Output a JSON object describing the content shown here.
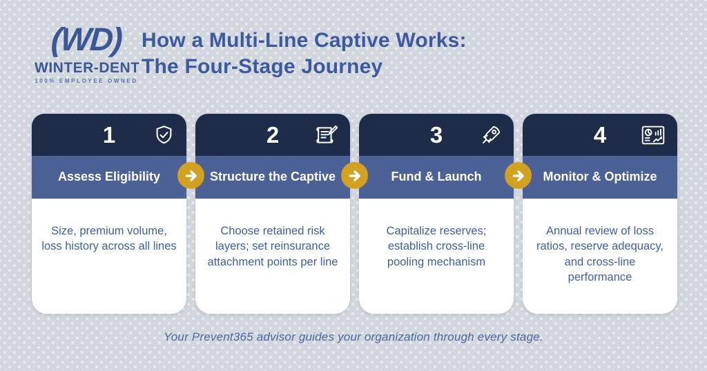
{
  "logo": {
    "mark": "(WD)",
    "name": "WINTER-DENT",
    "tagline": "100% EMPLOYEE OWNED"
  },
  "header": {
    "title_line1": "How a Multi-Line Captive Works:",
    "title_line2": "The Four-Stage Journey"
  },
  "stages": [
    {
      "number": "1",
      "icon": "shield-check-icon",
      "title": "Assess Eligibility",
      "description": "Size, premium volume, loss history across all lines"
    },
    {
      "number": "2",
      "icon": "blueprint-pencil-icon",
      "title": "Structure the Captive",
      "description": "Choose retained risk layers; set reinsurance attachment points per line"
    },
    {
      "number": "3",
      "icon": "rocket-icon",
      "title": "Fund & Launch",
      "description": "Capitalize reserves; establish cross-line pooling mechanism"
    },
    {
      "number": "4",
      "icon": "analytics-dashboard-icon",
      "title": "Monitor & Optimize",
      "description": "Annual review of loss ratios, reserve adequacy, and cross-line performance"
    }
  ],
  "footer": {
    "note": "Your Prevent365 advisor guides your organization through every stage."
  },
  "colors": {
    "navy": "#1e2b49",
    "stage_blue": "#4c6196",
    "gold": "#d1a11f",
    "text_blue": "#3d5fa5",
    "background": "#d2d6dd"
  }
}
